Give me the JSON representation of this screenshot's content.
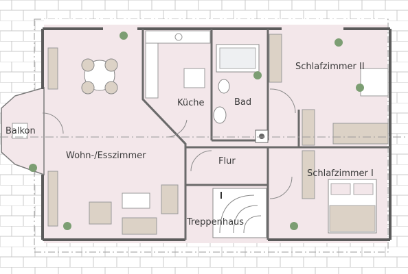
{
  "floor_plan": {
    "rooms": [
      {
        "id": "balkon",
        "label": "Balkon"
      },
      {
        "id": "wohn",
        "label": "Wohn-/Esszimmer"
      },
      {
        "id": "kueche",
        "label": "Küche"
      },
      {
        "id": "bad",
        "label": "Bad"
      },
      {
        "id": "flur",
        "label": "Flur"
      },
      {
        "id": "treppe",
        "label": "Treppenhaus"
      },
      {
        "id": "schlaf1",
        "label": "Schlafzimmer I"
      },
      {
        "id": "schlaf2",
        "label": "Schlafzimmer II"
      }
    ]
  },
  "colors": {
    "floor": "#f3e7ea",
    "wall": "#5b5b5b",
    "furniture": "#dcd2c6",
    "roof": "#cfcfcf",
    "plant": "#7c9e73"
  }
}
